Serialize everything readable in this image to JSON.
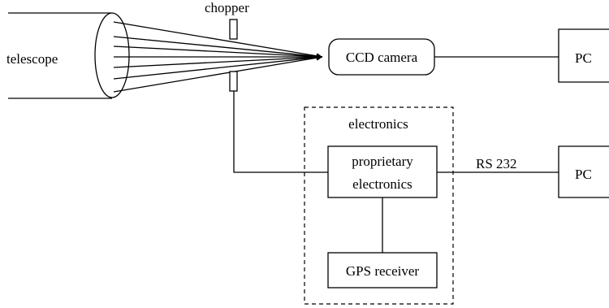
{
  "labels": {
    "telescope": "telescope",
    "chopper": "chopper",
    "ccd_camera": "CCD camera",
    "pc_top": "PC",
    "pc_bottom": "PC",
    "electronics_group": "electronics",
    "proprietary_line1": "proprietary",
    "proprietary_line2": "electronics",
    "gps_receiver": "GPS receiver",
    "rs232": "RS 232"
  },
  "connections": [
    {
      "from": "telescope",
      "to": "CCD camera",
      "kind": "light rays (arrows)"
    },
    {
      "from": "CCD camera",
      "to": "PC",
      "kind": "line"
    },
    {
      "from": "chopper",
      "to": "proprietary electronics",
      "kind": "line"
    },
    {
      "from": "proprietary electronics",
      "to": "PC",
      "kind": "line",
      "label": "RS 232"
    },
    {
      "from": "proprietary electronics",
      "to": "GPS receiver",
      "kind": "line"
    }
  ]
}
